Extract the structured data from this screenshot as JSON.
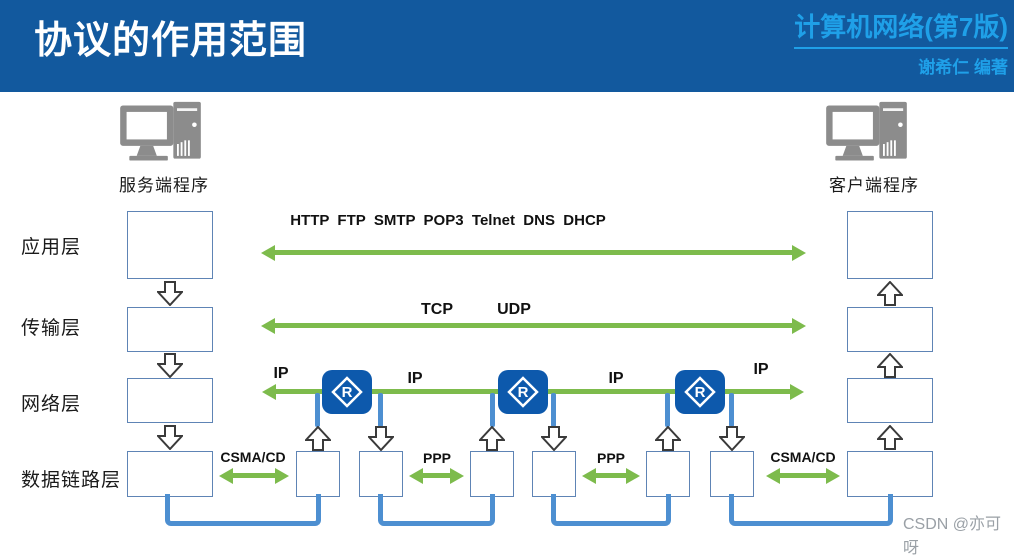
{
  "header": {
    "title": "协议的作用范围",
    "book_title": "计算机网络(第7版)",
    "author": "谢希仁 编著"
  },
  "endpoints": {
    "server": "服务端程序",
    "client": "客户端程序"
  },
  "layers": [
    "应用层",
    "传输层",
    "网络层",
    "数据链路层"
  ],
  "app_protocols": "HTTP  FTP  SMTP  POP3  Telnet  DNS  DHCP",
  "transport": {
    "tcp": "TCP",
    "udp": "UDP"
  },
  "ip_labels": [
    "IP",
    "IP",
    "IP",
    "IP"
  ],
  "link_labels": [
    "CSMA/CD",
    "PPP",
    "PPP",
    "CSMA/CD"
  ],
  "router_letter": "R",
  "watermark": "CSDN @亦可呀",
  "colors": {
    "banner": "#12599E",
    "accent_blue": "#1FA0E8",
    "green": "#7DBB4C",
    "router_blue": "#0D59AC",
    "line_blue": "#4D8FD1",
    "box_border": "#5E84B5",
    "icon_gray": "#8C8C8C"
  }
}
